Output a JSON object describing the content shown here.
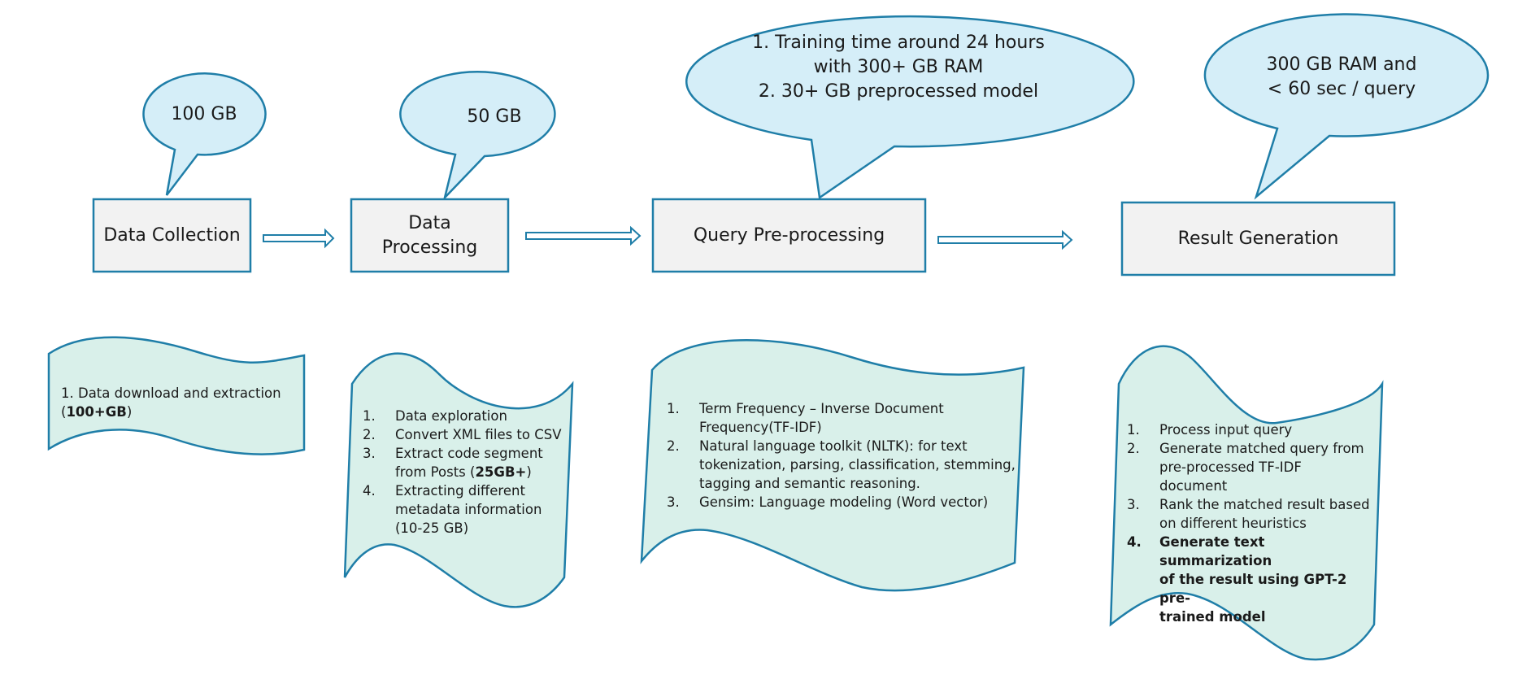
{
  "stages": [
    {
      "label_line1": "Data Collection",
      "label_line2": ""
    },
    {
      "label_line1": "Data",
      "label_line2": "Processing"
    },
    {
      "label_line1": "Query Pre-processing",
      "label_line2": ""
    },
    {
      "label_line1": "Result Generation",
      "label_line2": ""
    }
  ],
  "callouts": [
    {
      "lines": [
        "100 GB"
      ]
    },
    {
      "lines": [
        "50 GB"
      ]
    },
    {
      "lines": [
        "1. Training time around 24 hours",
        "with 300+ GB RAM",
        "2. 30+ GB preprocessed model"
      ]
    },
    {
      "lines": [
        "300 GB RAM and",
        "< 60 sec / query"
      ]
    }
  ],
  "notes": [
    {
      "lead": "1. Data download and extraction",
      "tail_prefix": "(",
      "tail_bold": "100+GB",
      "tail_suffix": ")"
    },
    {
      "items": [
        {
          "num": "1.",
          "lines": [
            "Data exploration"
          ]
        },
        {
          "num": "2.",
          "lines": [
            "Convert XML files to CSV"
          ]
        },
        {
          "num": "3.",
          "lines": [
            "Extract code segment"
          ],
          "last_prefix": "from Posts (",
          "last_bold": "25GB+",
          "last_suffix": ")"
        },
        {
          "num": "4.",
          "lines": [
            "Extracting different",
            "metadata information",
            "(10-25 GB)"
          ]
        }
      ]
    },
    {
      "items": [
        {
          "num": "1.",
          "lines": [
            "Term Frequency – Inverse Document",
            "Frequency(TF-IDF)"
          ]
        },
        {
          "num": "2.",
          "lines": [
            "Natural language toolkit (NLTK): for text",
            "tokenization, parsing, classification, stemming,",
            "tagging and semantic reasoning."
          ]
        },
        {
          "num": "3.",
          "lines": [
            "Gensim: Language modeling (Word vector)"
          ]
        }
      ]
    },
    {
      "items": [
        {
          "num": "1.",
          "lines": [
            "Process input query"
          ]
        },
        {
          "num": "2.",
          "lines": [
            "Generate matched query from",
            "pre-processed TF-IDF",
            "document"
          ]
        },
        {
          "num": "3.",
          "lines": [
            "Rank the matched result based",
            "on different heuristics"
          ]
        },
        {
          "num": "4.",
          "lines": [
            "Generate text summarization",
            "of the result using GPT-2 pre-",
            "trained model"
          ],
          "bold": true
        }
      ]
    }
  ],
  "colors": {
    "outline": "#1f7ea8",
    "box_fill": "#f2f2f2",
    "callout_fill": "#d5eef8",
    "note_fill": "#d9f0ea",
    "text": "#1a1a1a"
  }
}
